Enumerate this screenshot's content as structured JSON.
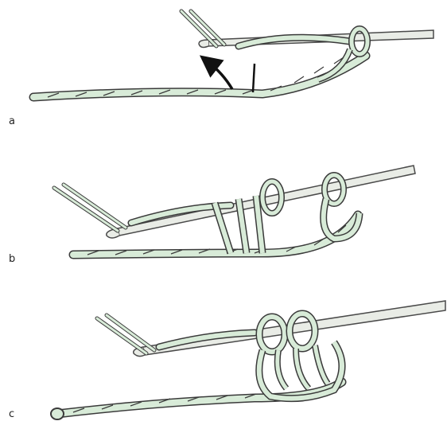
{
  "panels": [
    {
      "label": "a"
    },
    {
      "label": "b"
    },
    {
      "label": "c"
    }
  ],
  "colors": {
    "yarn_fill": "#d8ebd8",
    "yarn_stroke": "#3a3a3a",
    "hook_fill": "#e9ece6",
    "hook_stroke": "#4a4a4a",
    "arrow": "#111111",
    "background": "#ffffff"
  }
}
